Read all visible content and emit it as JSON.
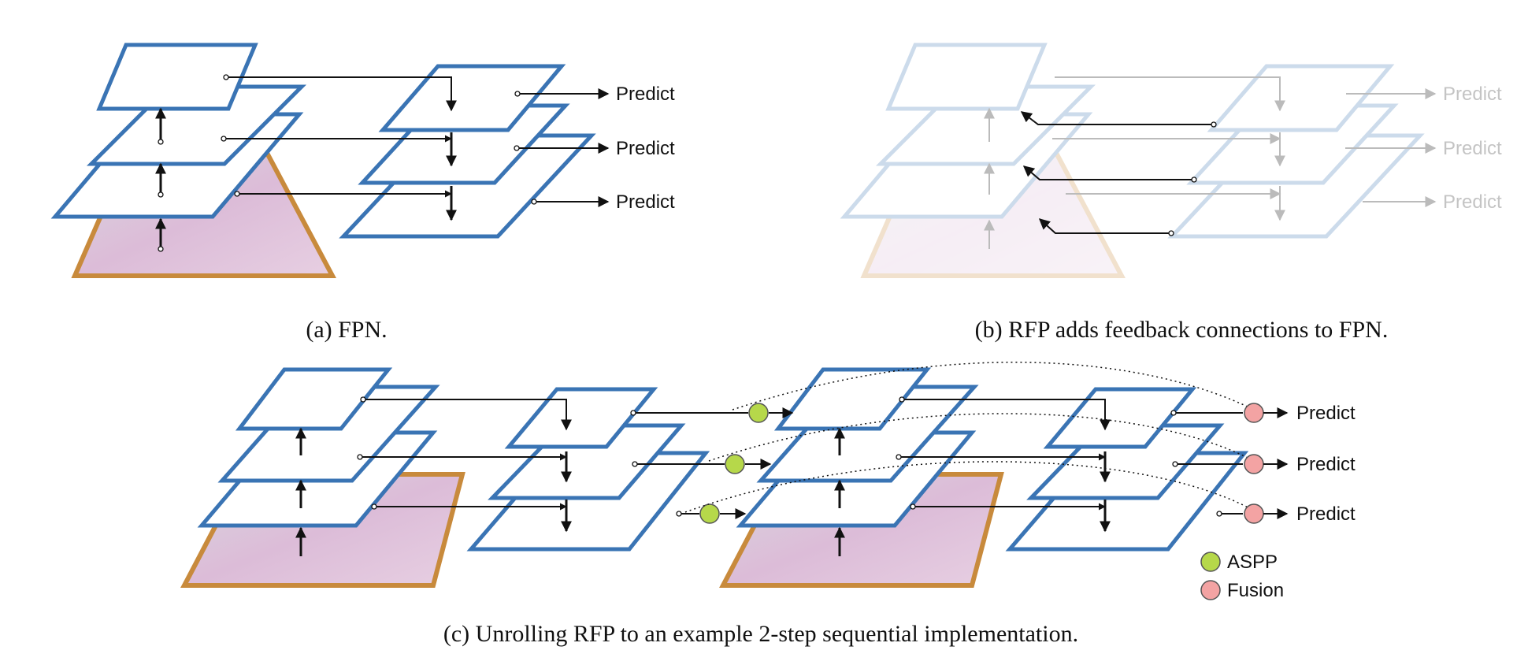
{
  "panels": {
    "a": {
      "caption": "(a) FPN.",
      "predict": [
        "Predict",
        "Predict",
        "Predict"
      ]
    },
    "b": {
      "caption": "(b) RFP adds feedback connections to FPN.",
      "predict": [
        "Predict",
        "Predict",
        "Predict"
      ]
    },
    "c": {
      "caption": "(c) Unrolling RFP to an example 2-step sequential implementation.",
      "predict": [
        "Predict",
        "Predict",
        "Predict"
      ]
    }
  },
  "legend": [
    {
      "label": "ASPP",
      "color": "#b6d84a"
    },
    {
      "label": "Fusion",
      "color": "#f3a3a3"
    }
  ],
  "colors": {
    "plane_stroke": "#3a74b4",
    "image_frame": "#c88a3c",
    "aspp": "#b6d84a",
    "fusion": "#f3a3a3"
  }
}
